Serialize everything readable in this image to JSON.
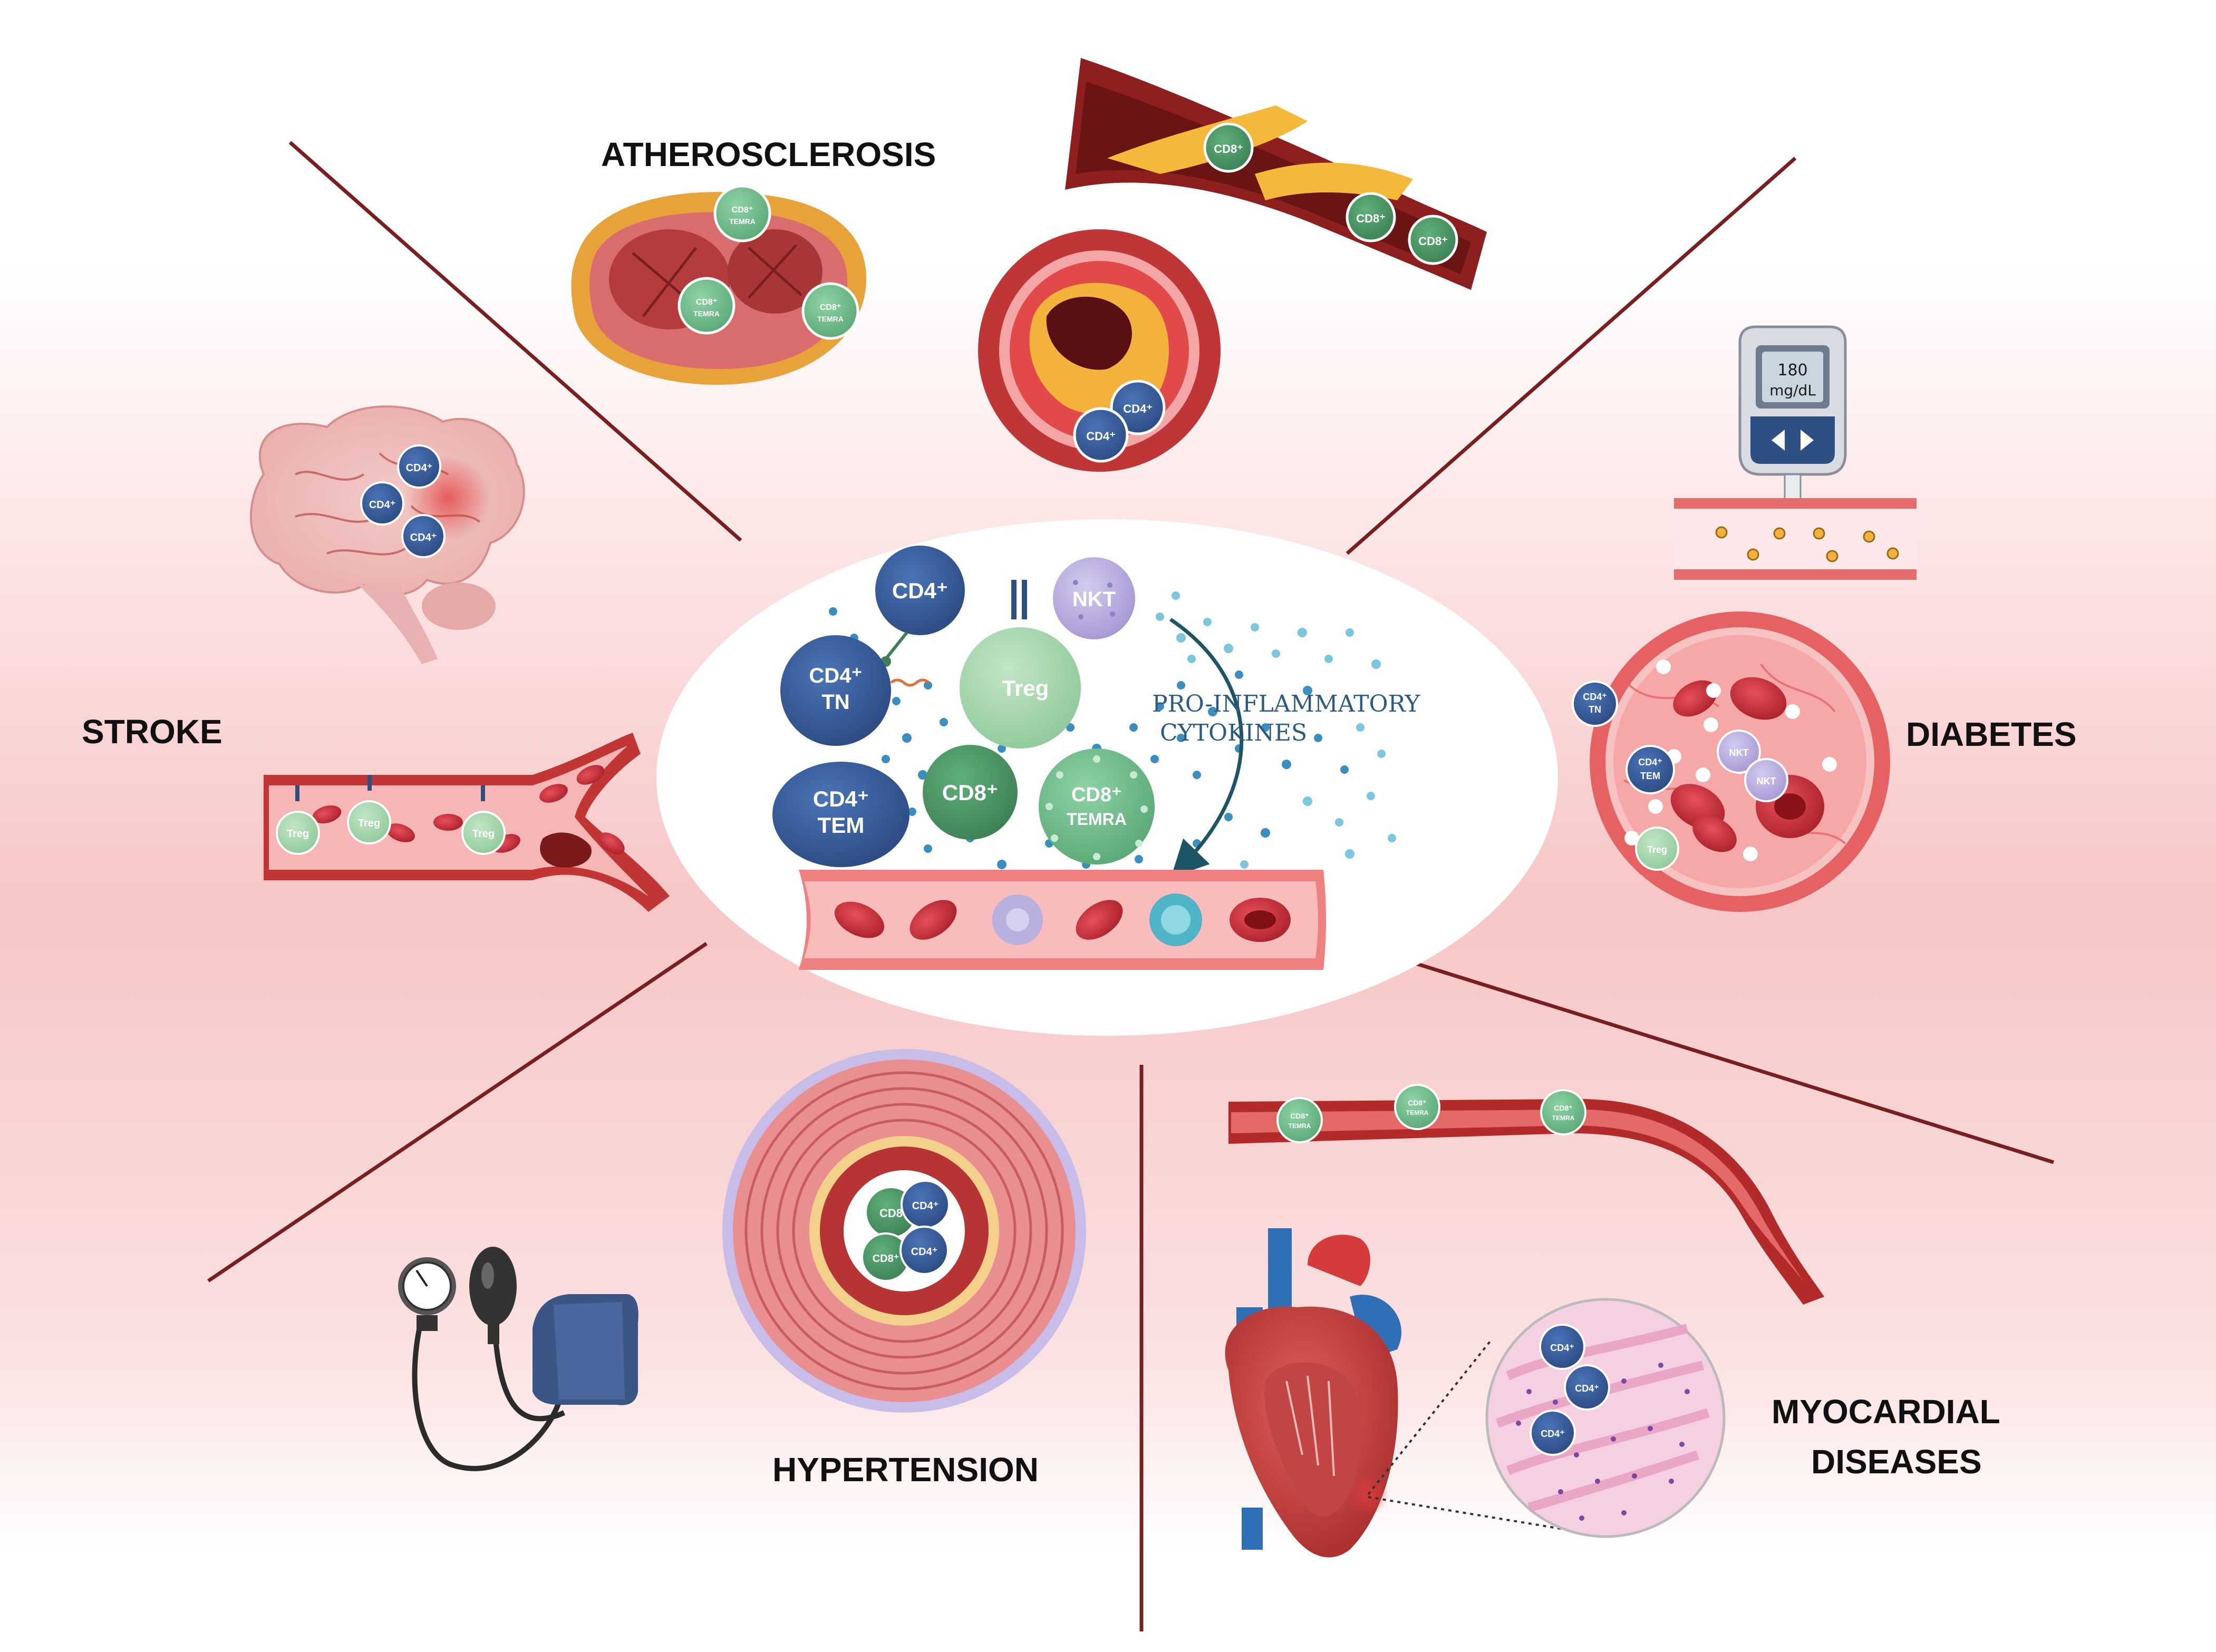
{
  "diseases": {
    "atherosclerosis": "ATHEROSCLEROSIS",
    "stroke": "STROKE",
    "diabetes": "DIABETES",
    "hypertension": "HYPERTENSION",
    "myocardial_line1": "MYOCARDIAL",
    "myocardial_line2": "DISEASES"
  },
  "center": {
    "cytokines_line1": "PRO-INFLAMMATORY",
    "cytokines_line2": "CYTOKINES",
    "cd4": "CD4⁺",
    "cd4_tn_line1": "CD4⁺",
    "cd4_tn_line2": "TN",
    "cd4_tem_line1": "CD4⁺",
    "cd4_tem_line2": "TEM",
    "nkt": "NKT",
    "treg": "Treg",
    "cd8": "CD8⁺",
    "cd8_temra_line1": "CD8⁺",
    "cd8_temra_line2": "TEMRA"
  },
  "small_labels": {
    "cd4": "CD4⁺",
    "cd8": "CD8⁺",
    "cd8_plain": "CD8",
    "cd8_temra_a": "CD8⁺",
    "cd8_temra_b": "TEMRA",
    "treg": "Treg",
    "nkt": "NKT",
    "tn": "TN",
    "tem": "TEM"
  },
  "glucometer": {
    "value": "180",
    "unit": "mg/dL"
  },
  "colors": {
    "bg_pink": "#f9c9c9",
    "divider": "#7a1f1f",
    "cd4_blue": "#3a5f9e",
    "cd8_green": "#4f9a6a",
    "temra_green": "#69b98a",
    "treg_green": "#9fd3a9",
    "nkt_purple": "#b3a8d9",
    "vessel_red": "#c6353b"
  }
}
